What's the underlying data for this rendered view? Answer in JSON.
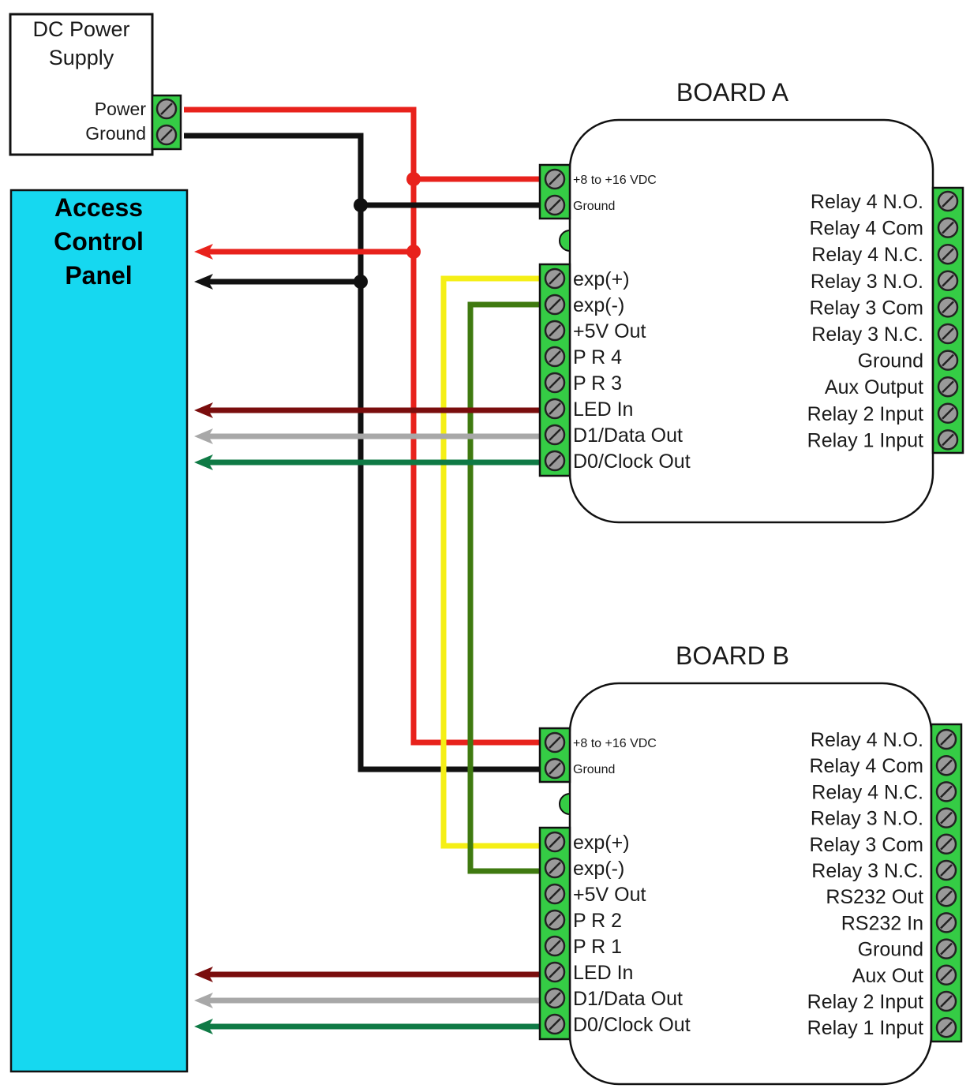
{
  "colors": {
    "red": "#e8221c",
    "black": "#111111",
    "yellow": "#f5ef16",
    "dark_green": "#3f7a10",
    "maroon": "#7a0d0d",
    "gray": "#a8a8a8",
    "green": "#0f7a45",
    "panel": "#16d8f0",
    "terminal": "#35cc45"
  },
  "power_supply": {
    "title_line1": "DC Power",
    "title_line2": "Supply",
    "power_label": "Power",
    "ground_label": "Ground"
  },
  "panel": {
    "line1": "Access",
    "line2": "Control",
    "line3": "Panel"
  },
  "board_a": {
    "title": "BOARD A",
    "power_pins": [
      "+8 to +16 VDC",
      "Ground"
    ],
    "left_pins": [
      "exp(+)",
      "exp(-)",
      "+5V Out",
      "P R 4",
      "P R 3",
      "LED In",
      "D1/Data Out",
      "D0/Clock Out"
    ],
    "right_pins": [
      "Relay 4 N.O.",
      "Relay 4 Com",
      "Relay 4 N.C.",
      "Relay 3 N.O.",
      "Relay 3 Com",
      "Relay 3 N.C.",
      "Ground",
      "Aux Output",
      "Relay 2 Input",
      "Relay 1 Input"
    ]
  },
  "board_b": {
    "title": "BOARD B",
    "power_pins": [
      "+8 to +16 VDC",
      "Ground"
    ],
    "left_pins": [
      "exp(+)",
      "exp(-)",
      "+5V Out",
      "P R 2",
      "P R 1",
      "LED In",
      "D1/Data Out",
      "D0/Clock Out"
    ],
    "right_pins": [
      "Relay 4 N.O.",
      "Relay 4 Com",
      "Relay 4 N.C.",
      "Relay 3 N.O.",
      "Relay 3 Com",
      "Relay 3 N.C.",
      "RS232 Out",
      "RS232 In",
      "Ground",
      "Aux Out",
      "Relay 2 Input",
      "Relay 1 Input"
    ]
  }
}
